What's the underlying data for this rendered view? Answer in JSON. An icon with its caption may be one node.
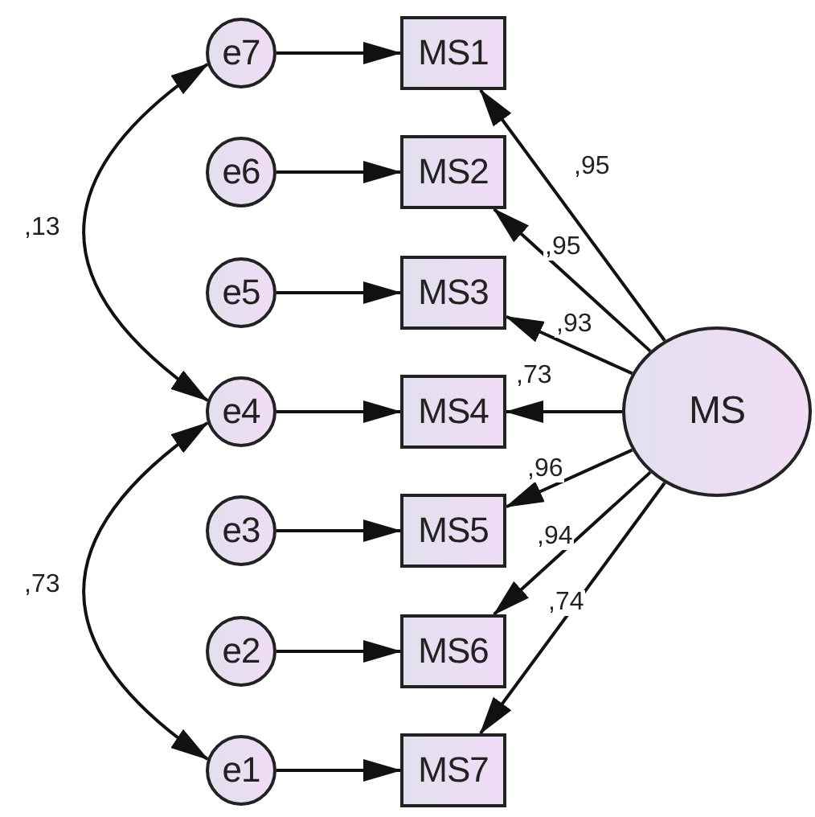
{
  "diagram": {
    "nodes": [
      {
        "text": [
          "e7"
        ]
      },
      {
        "text": [
          "MS1"
        ]
      },
      {
        "text": [
          "e6"
        ]
      },
      {
        "text": [
          "MS2"
        ]
      },
      {
        "text": [
          "e5"
        ]
      },
      {
        "text": [
          "MS3"
        ]
      },
      {
        "text": [
          "e4"
        ]
      },
      {
        "text": [
          "MS4"
        ]
      },
      {
        "text": [
          "MS"
        ]
      },
      {
        "text": [
          "e3"
        ]
      },
      {
        "text": [
          "MS5"
        ]
      },
      {
        "text": [
          "e2"
        ]
      },
      {
        "text": [
          "MS6"
        ]
      },
      {
        "text": [
          "e1"
        ]
      },
      {
        "text": [
          "MS7"
        ]
      }
    ],
    "edges": [
      {
        "from": 0,
        "to": 1,
        "arrow": "to"
      },
      {
        "from": 2,
        "to": 3,
        "arrow": "to"
      },
      {
        "from": 4,
        "to": 5,
        "arrow": "to"
      },
      {
        "from": 6,
        "to": 7,
        "arrow": "to"
      },
      {
        "from": 9,
        "to": 10,
        "arrow": "to"
      },
      {
        "from": 11,
        "to": 12,
        "arrow": "to"
      },
      {
        "from": 13,
        "to": 14,
        "arrow": "to"
      },
      {
        "from": 8,
        "to": 1,
        "arrow": "to",
        "label": ",95"
      },
      {
        "from": 8,
        "to": 3,
        "arrow": "to",
        "label": ",95"
      },
      {
        "from": 8,
        "to": 5,
        "arrow": "to",
        "label": ",93"
      },
      {
        "from": 8,
        "to": 7,
        "arrow": "to",
        "label": ",73"
      },
      {
        "from": 8,
        "to": 10,
        "arrow": "to",
        "label": ",96"
      },
      {
        "from": 8,
        "to": 12,
        "arrow": "to",
        "label": ",94"
      },
      {
        "from": 8,
        "to": 14,
        "arrow": "to",
        "label": ",74"
      },
      {
        "from": 0,
        "to": 6,
        "arrow": "both",
        "label": ",13"
      },
      {
        "from": 6,
        "to": 13,
        "arrow": "both",
        "label": ",73"
      }
    ]
  }
}
